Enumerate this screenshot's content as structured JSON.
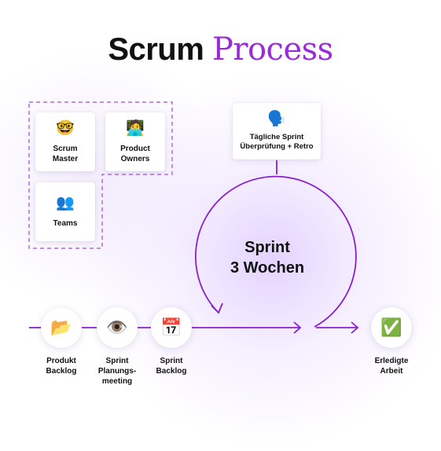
{
  "title": {
    "part1": "Scrum",
    "part2": "Process"
  },
  "roles": [
    {
      "emoji": "🤓",
      "label": "Scrum\nMaster"
    },
    {
      "emoji": "🧑‍💻",
      "label": "Product\nOwners"
    },
    {
      "emoji": "👥",
      "label": "Teams"
    }
  ],
  "daily": {
    "emoji": "🗣️",
    "label": "Tägliche Sprint\nÜberprüfung + Retro"
  },
  "sprint": {
    "label": "Sprint\n3 Wochen"
  },
  "flow": [
    {
      "emoji": "📂",
      "label": "Produkt\nBacklog"
    },
    {
      "emoji": "👁️",
      "label": "Sprint\nPlanungs-\nmeeting"
    },
    {
      "emoji": "📅",
      "label": "Sprint\nBacklog"
    },
    {
      "emoji": "✅",
      "label": "Erledigte\nArbeit"
    }
  ],
  "colors": {
    "accent": "#9a2bd9",
    "line": "#8a1fd0",
    "dash": "#b06ae0"
  }
}
